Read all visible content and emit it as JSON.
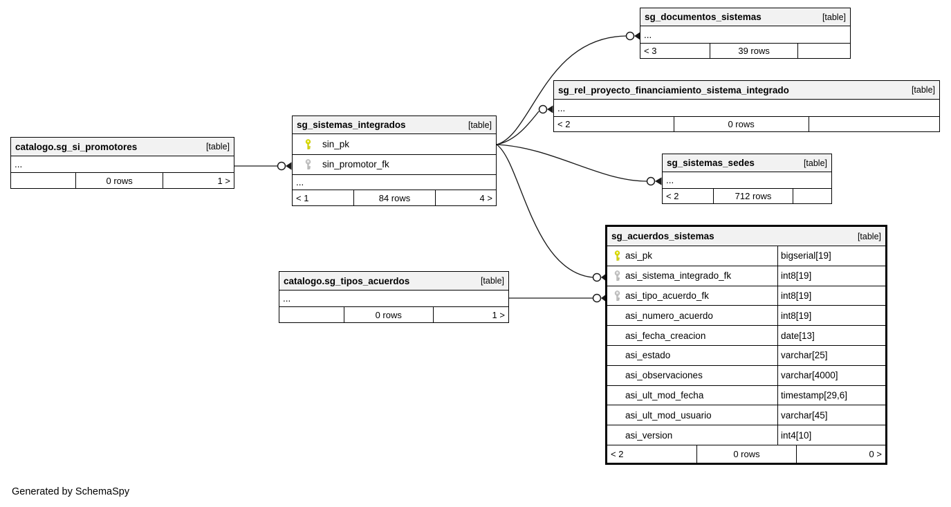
{
  "footer_note": "Generated by SchemaSpy",
  "colors": {
    "primary_key": "#dede00",
    "foreign_key": "#c9c9c9",
    "header_bg": "#f2f2f2",
    "border": "#000000",
    "line": "#1a1a1a"
  },
  "tables": {
    "documentos": {
      "name": "sg_documentos_sistemas",
      "tag": "[table]",
      "ellipsis": "...",
      "footer": {
        "left": "< 3",
        "center": "39 rows",
        "right": ""
      }
    },
    "rel_proyecto": {
      "name": "sg_rel_proyecto_financiamiento_sistema_integrado",
      "tag": "[table]",
      "ellipsis": "...",
      "footer": {
        "left": "< 2",
        "center": "0 rows",
        "right": ""
      }
    },
    "sedes": {
      "name": "sg_sistemas_sedes",
      "tag": "[table]",
      "ellipsis": "...",
      "footer": {
        "left": "< 2",
        "center": "712 rows",
        "right": ""
      }
    },
    "promotores": {
      "name": "catalogo.sg_si_promotores",
      "tag": "[table]",
      "ellipsis": "...",
      "footer": {
        "left": "",
        "center": "0 rows",
        "right": "1 >"
      }
    },
    "integrados": {
      "name": "sg_sistemas_integrados",
      "tag": "[table]",
      "ellipsis": "...",
      "columns": [
        {
          "name": "sin_pk",
          "key": "primary"
        },
        {
          "name": "sin_promotor_fk",
          "key": "foreign"
        }
      ],
      "footer": {
        "left": "< 1",
        "center": "84 rows",
        "right": "4 >"
      }
    },
    "tipos": {
      "name": "catalogo.sg_tipos_acuerdos",
      "tag": "[table]",
      "ellipsis": "...",
      "footer": {
        "left": "",
        "center": "0 rows",
        "right": "1 >"
      }
    },
    "acuerdos": {
      "name": "sg_acuerdos_sistemas",
      "tag": "[table]",
      "columns": [
        {
          "name": "asi_pk",
          "type": "bigserial[19]",
          "key": "primary"
        },
        {
          "name": "asi_sistema_integrado_fk",
          "type": "int8[19]",
          "key": "foreign"
        },
        {
          "name": "asi_tipo_acuerdo_fk",
          "type": "int8[19]",
          "key": "foreign"
        },
        {
          "name": "asi_numero_acuerdo",
          "type": "int8[19]",
          "key": null
        },
        {
          "name": "asi_fecha_creacion",
          "type": "date[13]",
          "key": null
        },
        {
          "name": "asi_estado",
          "type": "varchar[25]",
          "key": null
        },
        {
          "name": "asi_observaciones",
          "type": "varchar[4000]",
          "key": null
        },
        {
          "name": "asi_ult_mod_fecha",
          "type": "timestamp[29,6]",
          "key": null
        },
        {
          "name": "asi_ult_mod_usuario",
          "type": "varchar[45]",
          "key": null
        },
        {
          "name": "asi_version",
          "type": "int4[10]",
          "key": null
        }
      ],
      "footer": {
        "left": "< 2",
        "center": "0 rows",
        "right": "0 >"
      }
    }
  },
  "relationships": [
    {
      "from": "catalogo.sg_si_promotores",
      "to": "sg_sistemas_integrados.sin_promotor_fk"
    },
    {
      "from": "sg_sistemas_integrados",
      "to": "sg_documentos_sistemas"
    },
    {
      "from": "sg_sistemas_integrados",
      "to": "sg_rel_proyecto_financiamiento_sistema_integrado"
    },
    {
      "from": "sg_sistemas_integrados",
      "to": "sg_sistemas_sedes"
    },
    {
      "from": "sg_sistemas_integrados",
      "to": "sg_acuerdos_sistemas.asi_sistema_integrado_fk"
    },
    {
      "from": "catalogo.sg_tipos_acuerdos",
      "to": "sg_acuerdos_sistemas.asi_tipo_acuerdo_fk"
    }
  ]
}
